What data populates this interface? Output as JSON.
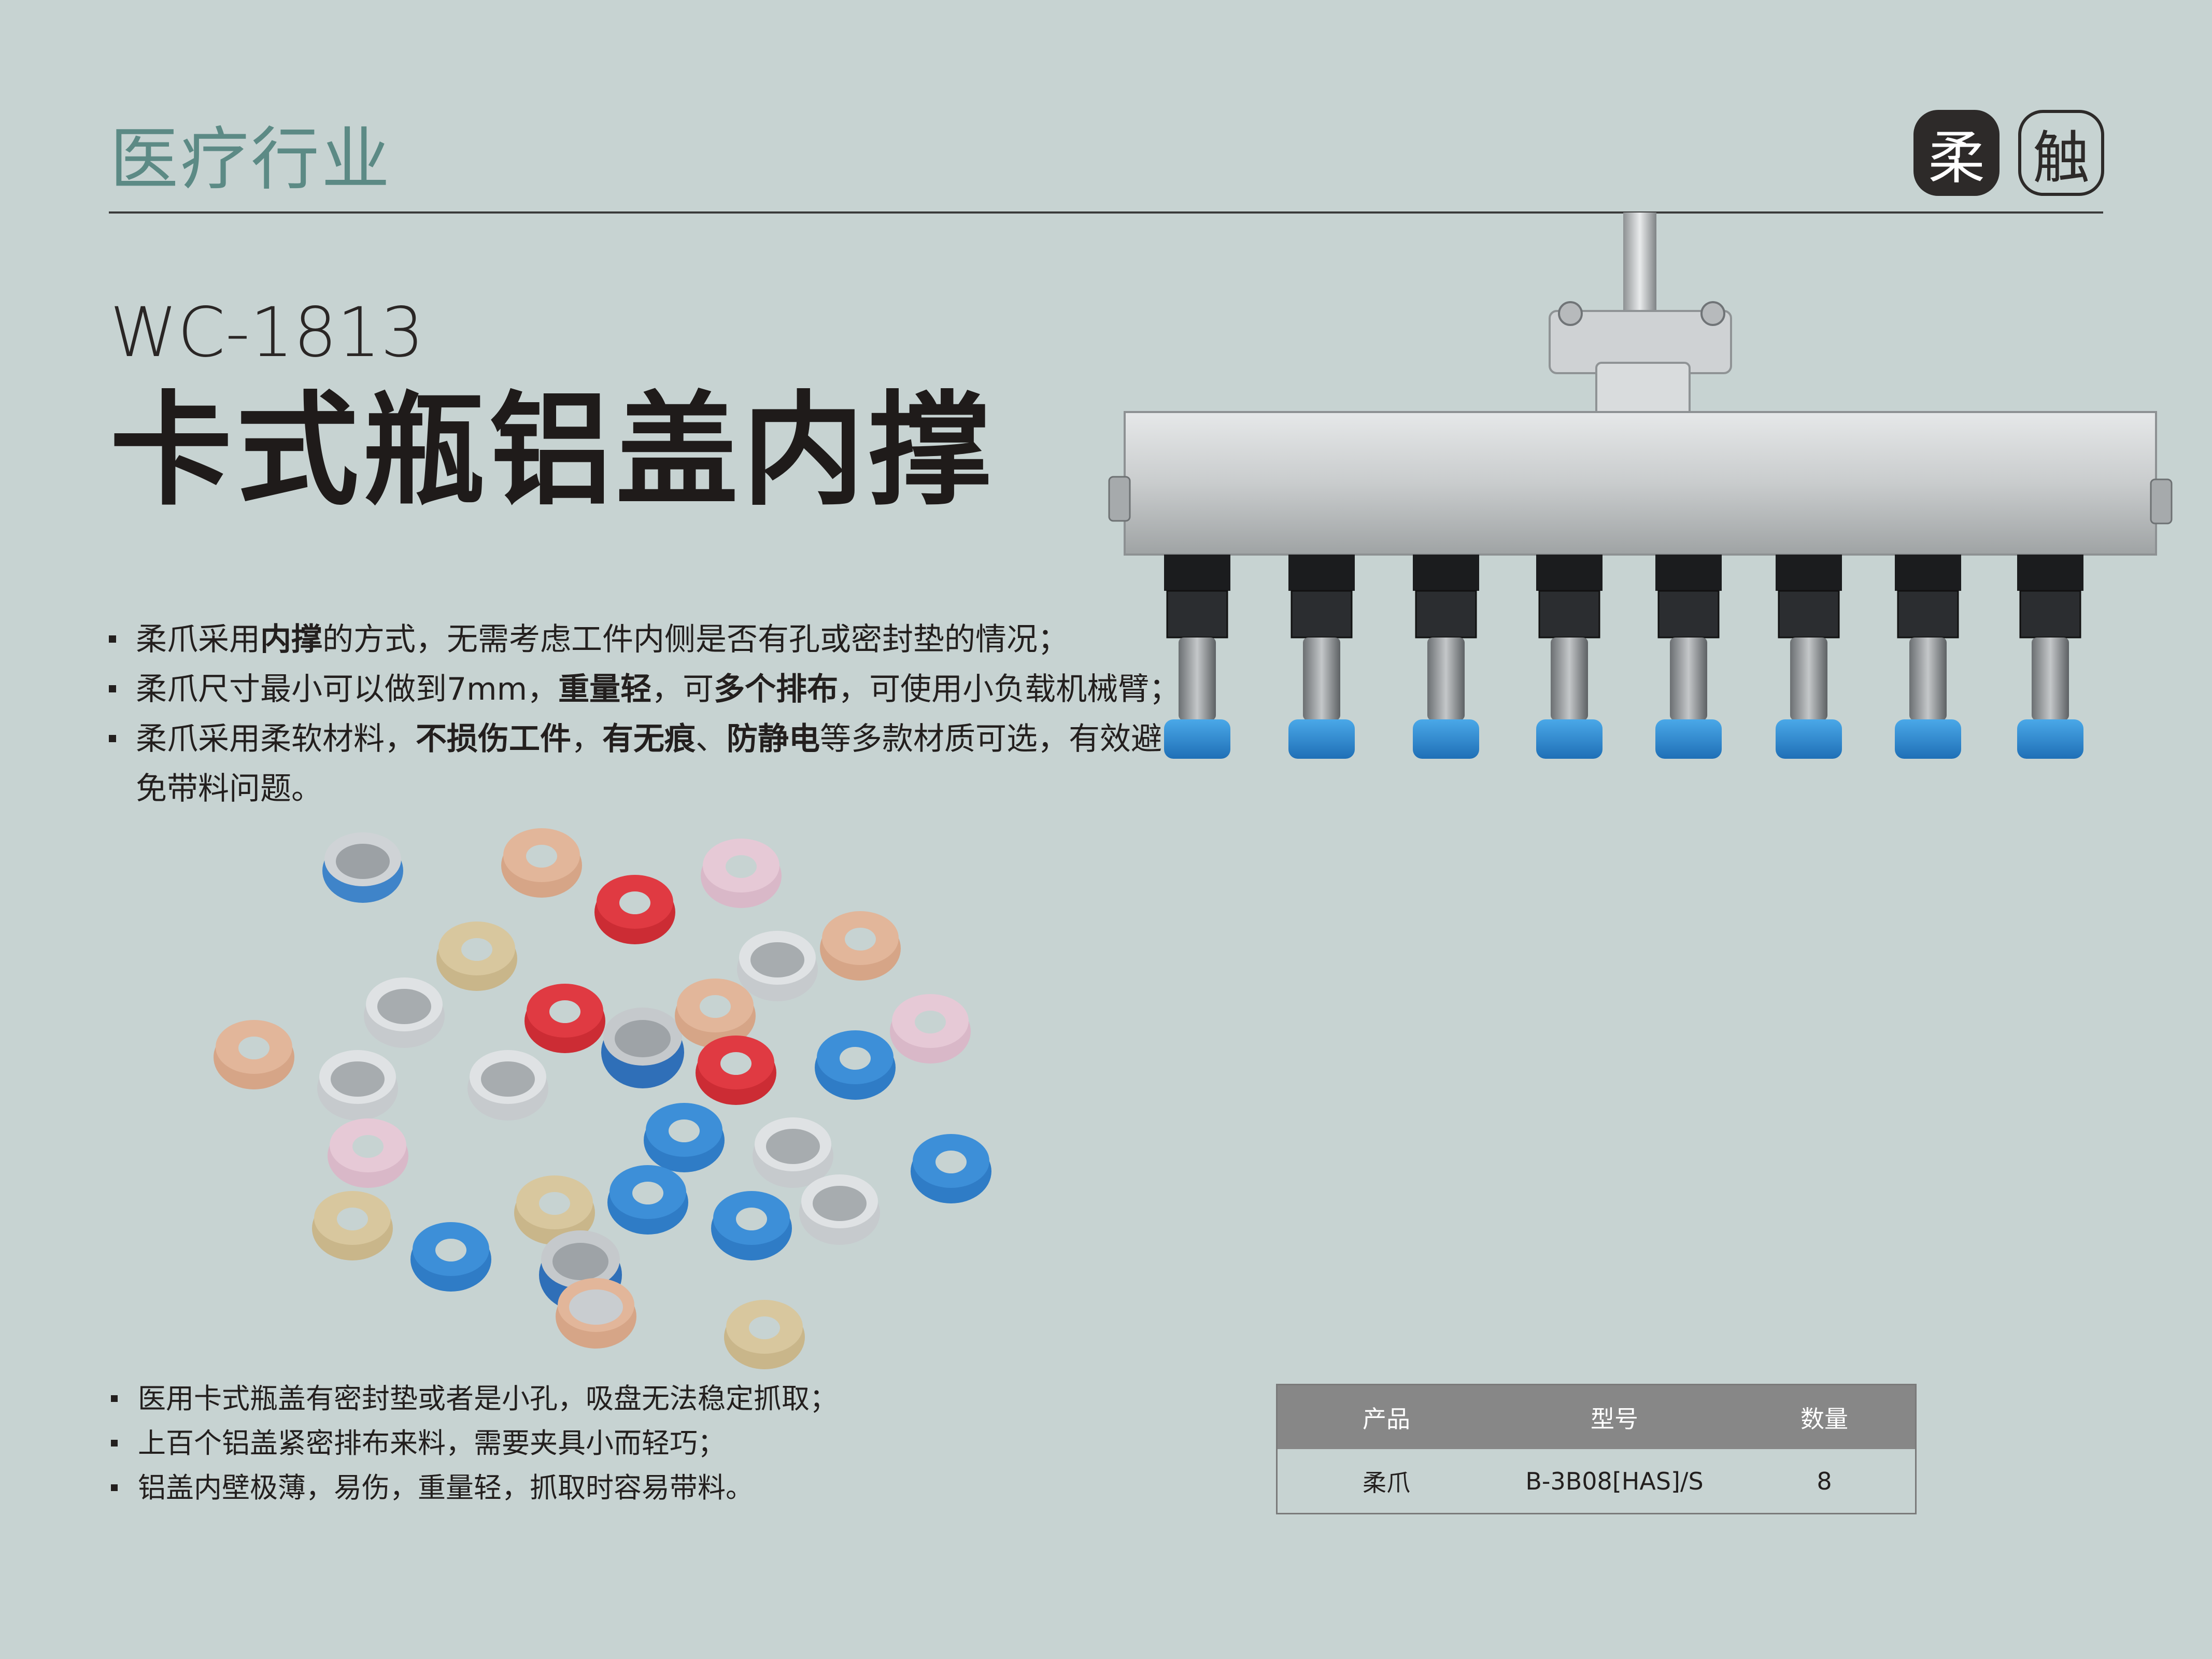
{
  "header": {
    "industry": "医疗行业",
    "logo_char_1": "柔",
    "logo_char_2": "触"
  },
  "product": {
    "model": "WC-1813",
    "title": "卡式瓶铝盖内撑"
  },
  "features": [
    {
      "parts": [
        "柔爪采用",
        "内撑",
        "的方式，无需考虑工件内侧是否有孔或密封垫的情况；"
      ]
    },
    {
      "parts": [
        "柔爪尺寸最小可以做到7mm，",
        "重量轻",
        "，可",
        "多个排布",
        "，可使用小负载机械臂；"
      ]
    },
    {
      "parts": [
        "柔爪采用柔软材料，",
        "不损伤工件",
        "，",
        "有无痕",
        "、",
        "防静电",
        "等多款材质可选，有效避免带料问题。"
      ]
    }
  ],
  "problems": [
    "医用卡式瓶盖有密封垫或者是小孔，吸盘无法稳定抓取；",
    "上百个铝盖紧密排布来料，需要夹具小而轻巧；",
    "铝盖内壁极薄，易伤，重量轻，抓取时容易带料。"
  ],
  "spec_table": {
    "headers": [
      "产品",
      "型号",
      "数量"
    ],
    "rows": [
      [
        "柔爪",
        "B-3B08[HAS]/S",
        "8"
      ]
    ]
  },
  "colors": {
    "background": "#c7d3d2",
    "industry_text": "#5c8a85",
    "pad_blue": "#2f8fd6",
    "table_header": "#878787"
  }
}
